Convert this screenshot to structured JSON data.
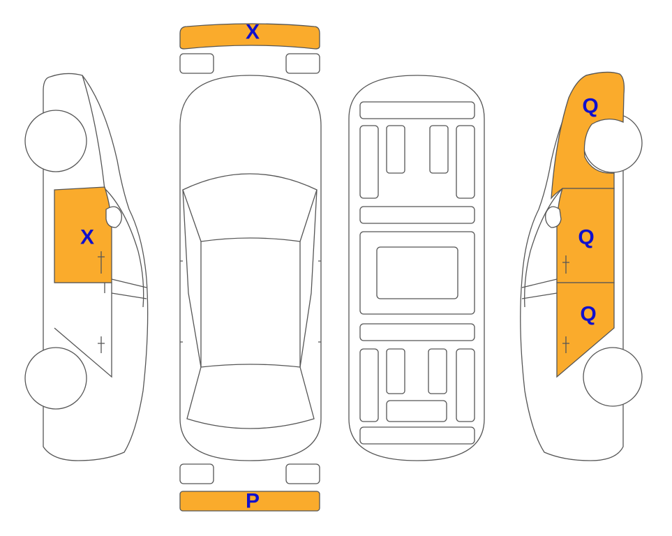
{
  "colors": {
    "damage_fill": "#FAAB2C",
    "code_text": "#1010CC",
    "outline": "#555555"
  },
  "panels": [
    {
      "id": "front-bumper",
      "code": "X",
      "damaged": true
    },
    {
      "id": "rear-bumper",
      "code": "P",
      "damaged": true
    },
    {
      "id": "left-front-door",
      "code": "X",
      "damaged": true
    },
    {
      "id": "right-front-fender",
      "code": "Q",
      "damaged": true
    },
    {
      "id": "right-front-door",
      "code": "Q",
      "damaged": true
    },
    {
      "id": "right-rear-door",
      "code": "Q",
      "damaged": true
    }
  ]
}
